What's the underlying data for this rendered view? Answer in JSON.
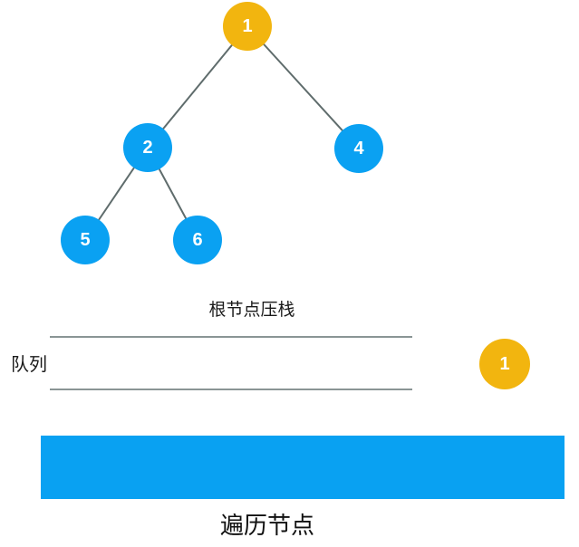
{
  "colors": {
    "node_blue": "#0AA1F2",
    "node_gold": "#F2B50F",
    "tree_edge_gray": "#5F6C6C",
    "queue_line_gray": "#8A9595",
    "text_dark": "#1A1A1A",
    "traversal_bar_blue": "#09A1F2"
  },
  "tree": {
    "nodes": [
      {
        "id": "1",
        "label": "1",
        "color_role": "gold",
        "role": "root"
      },
      {
        "id": "2",
        "label": "2",
        "color_role": "blue",
        "role": "left-child-of-1"
      },
      {
        "id": "4",
        "label": "4",
        "color_role": "blue",
        "role": "right-child-of-1"
      },
      {
        "id": "5",
        "label": "5",
        "color_role": "blue",
        "role": "left-child-of-2"
      },
      {
        "id": "6",
        "label": "6",
        "color_role": "blue",
        "role": "right-child-of-2"
      }
    ],
    "edges": [
      [
        "1",
        "2"
      ],
      [
        "1",
        "4"
      ],
      [
        "2",
        "5"
      ],
      [
        "2",
        "6"
      ]
    ]
  },
  "annotations": {
    "step_label": "根节点压栈",
    "bottom_label": "遍历节点"
  },
  "queue": {
    "label": "队列",
    "items": []
  },
  "pending_node": {
    "label": "1",
    "color_role": "gold"
  }
}
